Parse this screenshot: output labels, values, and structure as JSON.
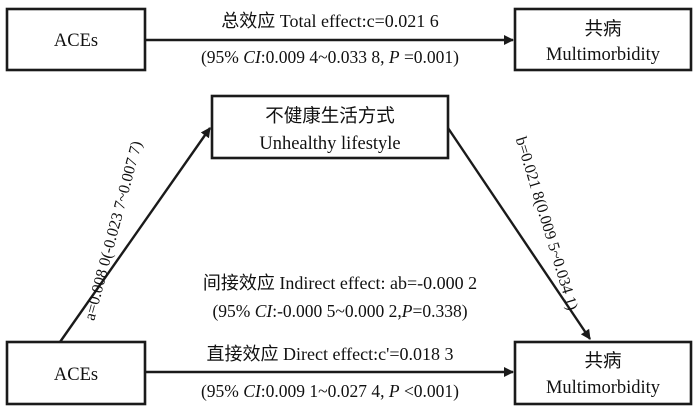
{
  "nodes": {
    "aces_top": "ACEs",
    "multi_top_cn": "共病",
    "multi_top_en": "Multimorbidity",
    "lifestyle_cn": "不健康生活方式",
    "lifestyle_en": "Unhealthy lifestyle",
    "aces_bottom": "ACEs",
    "multi_bottom_cn": "共病",
    "multi_bottom_en": "Multimorbidity"
  },
  "total_effect": {
    "label": "总效应 Total effect:c=0.021 6",
    "ci_open": "(95% ",
    "ci_italic": "CI",
    "ci_mid": ":0.009 4~0.033 8, ",
    "p_italic": "P",
    "p_rest": " =0.001)"
  },
  "path_a": "a=0.008 0(-0.023 7~0.007 7)",
  "path_b": "b=0.021 8(0.009 5~0.034 1)",
  "indirect_effect": {
    "label": "间接效应 Indirect effect: ab=-0.000 2",
    "ci_open": "(95% ",
    "ci_italic": "CI",
    "ci_mid": ":-0.000 5~0.000 2,",
    "p_italic": "P",
    "p_rest": "=0.338)"
  },
  "direct_effect": {
    "label": "直接效应 Direct effect:c'=0.018 3",
    "ci_open": "(95% ",
    "ci_italic": "CI",
    "ci_mid": ":0.009 1~0.027 4, ",
    "p_italic": "P",
    "p_rest": " <0.001)"
  }
}
